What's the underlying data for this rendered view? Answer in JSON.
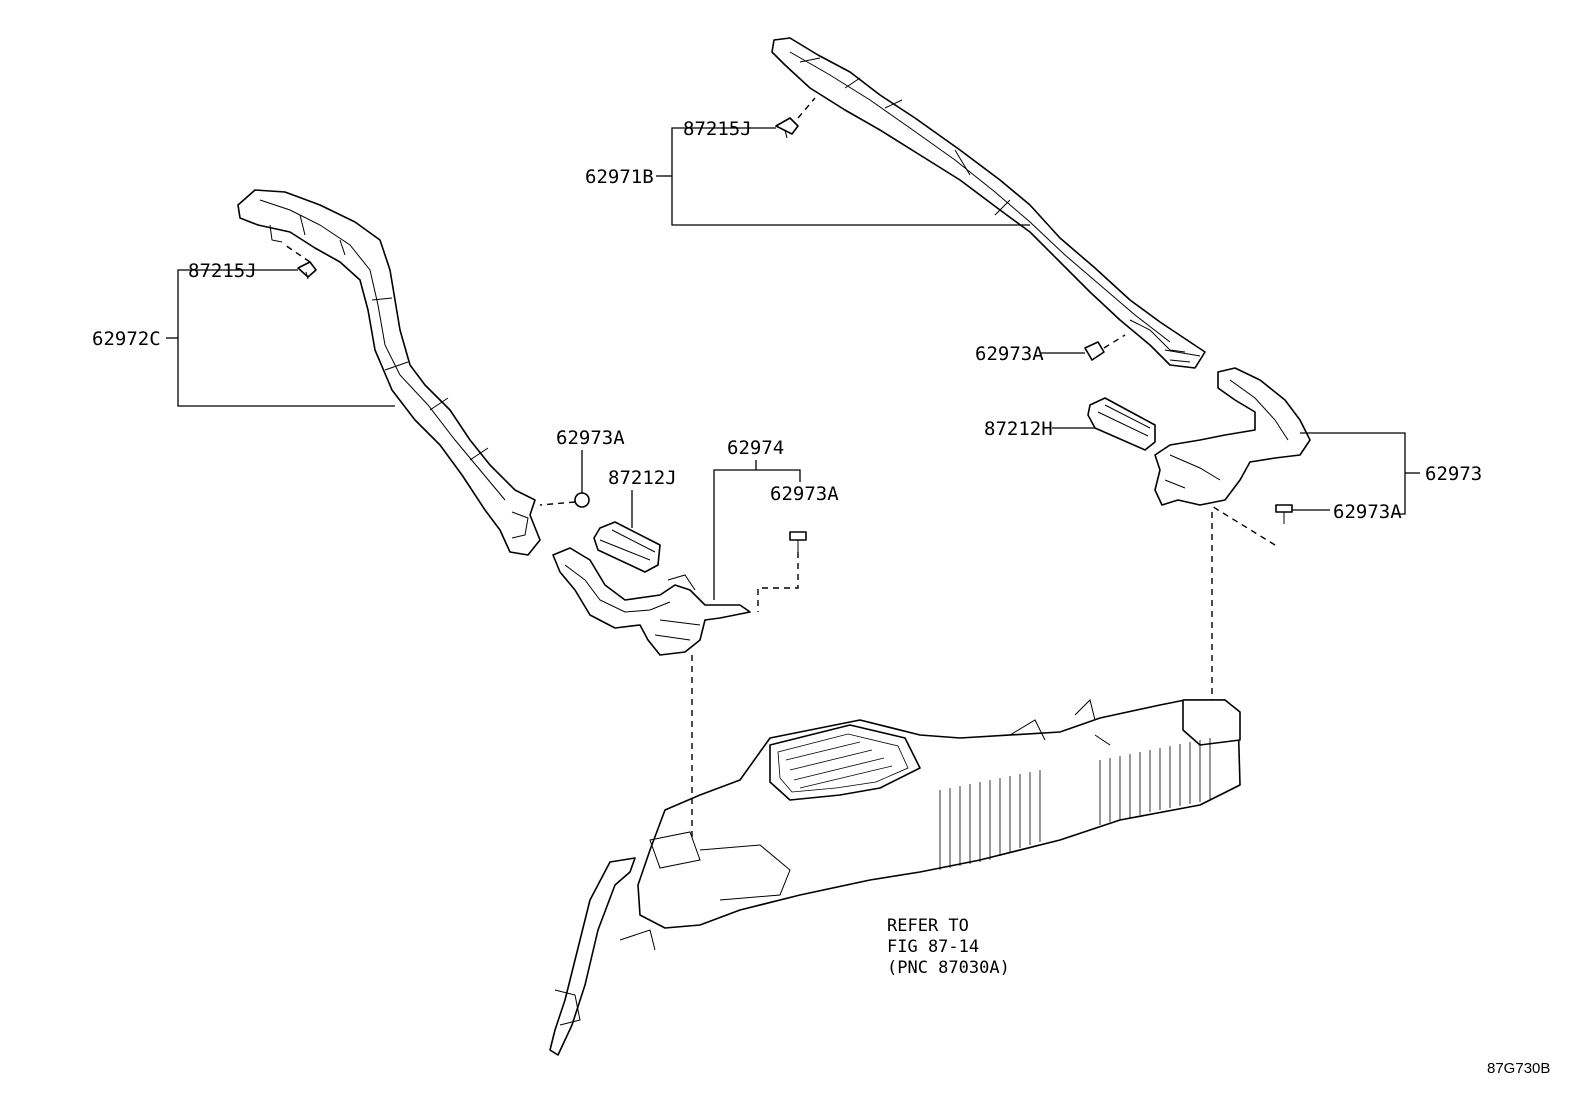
{
  "labels": {
    "upper_center_clip": "87215J",
    "upper_center_duct": "62971B",
    "left_clip": "87215J",
    "left_duct": "62972C",
    "right_upper_clip": "62973A",
    "right_register": "87212H",
    "right_duct": "62973",
    "right_lower_clip": "62973A",
    "left_mid_clip": "62973A",
    "left_register": "87212J",
    "left_lower_duct": "62974",
    "left_lower_clip": "62973A"
  },
  "reference_note": {
    "line1": "REFER TO",
    "line2": "FIG 87-14",
    "line3": "(PNC 87030A)"
  },
  "figure_id": "87G730B"
}
